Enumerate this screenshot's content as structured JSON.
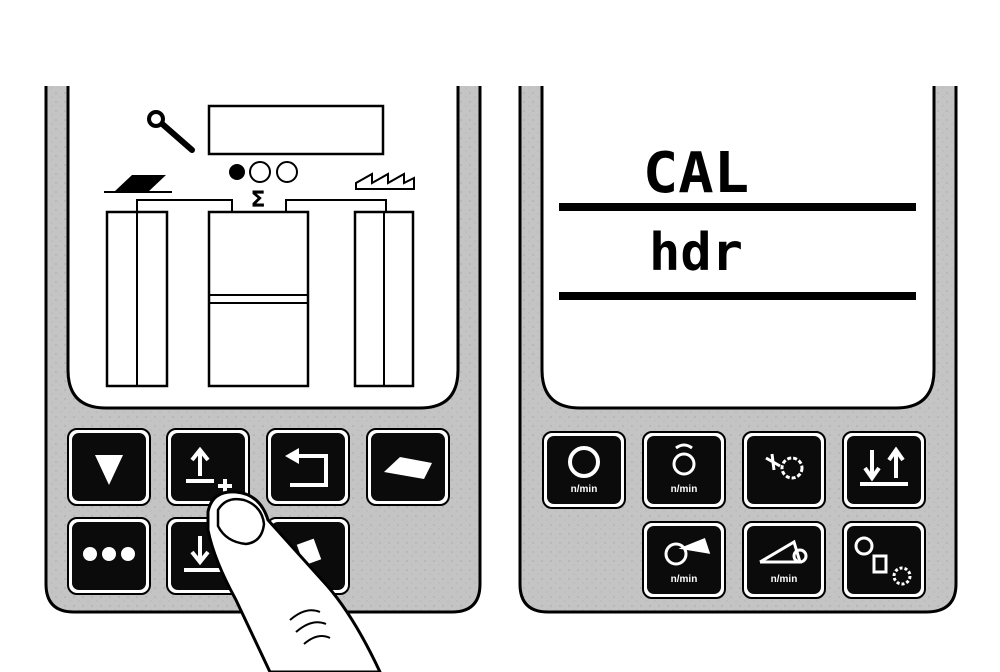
{
  "colors": {
    "housing": "#c4c4c4",
    "screen": "#ffffff",
    "button": "#0b0b0b",
    "outline": "#000000",
    "glyph": "#ffffff"
  },
  "left_panel": {
    "display": {
      "icons": [
        "wrench-icon",
        "width-icon",
        "sum-icon",
        "section-indicator-icon",
        "sawtooth-icon"
      ],
      "sum_symbol": "Σ"
    },
    "buttons": [
      {
        "name": "down-button",
        "icon": "down-triangle-icon"
      },
      {
        "name": "raise-plus-button",
        "icon": "arrow-up-plus-icon"
      },
      {
        "name": "return-button",
        "icon": "return-arrow-icon"
      },
      {
        "name": "field-button",
        "icon": "field-icon"
      },
      {
        "name": "dots-button",
        "icon": "three-dots-icon"
      },
      {
        "name": "lower-button",
        "icon": "arrow-down-icon"
      },
      {
        "name": "memory-button",
        "icon": "card-icon"
      }
    ]
  },
  "right_panel": {
    "display": {
      "line1": "CAL",
      "line2": "hdr"
    },
    "buttons": [
      {
        "name": "pto-speed-button",
        "icon": "ring-icon",
        "caption": "n/min"
      },
      {
        "name": "rotor-speed-button",
        "icon": "rotor-icon",
        "caption": "n/min"
      },
      {
        "name": "star-gear-button",
        "icon": "star-gear-icon",
        "caption": ""
      },
      {
        "name": "up-down-button",
        "icon": "up-down-arrows-icon",
        "caption": ""
      },
      {
        "name": "fan-speed-button",
        "icon": "fan-icon",
        "caption": "n/min"
      },
      {
        "name": "wheel-speed-button",
        "icon": "wheel-icon",
        "caption": "n/min"
      },
      {
        "name": "gearbox-button",
        "icon": "gears-icon",
        "caption": ""
      }
    ]
  },
  "hand": {
    "icon": "pointing-finger-icon"
  }
}
